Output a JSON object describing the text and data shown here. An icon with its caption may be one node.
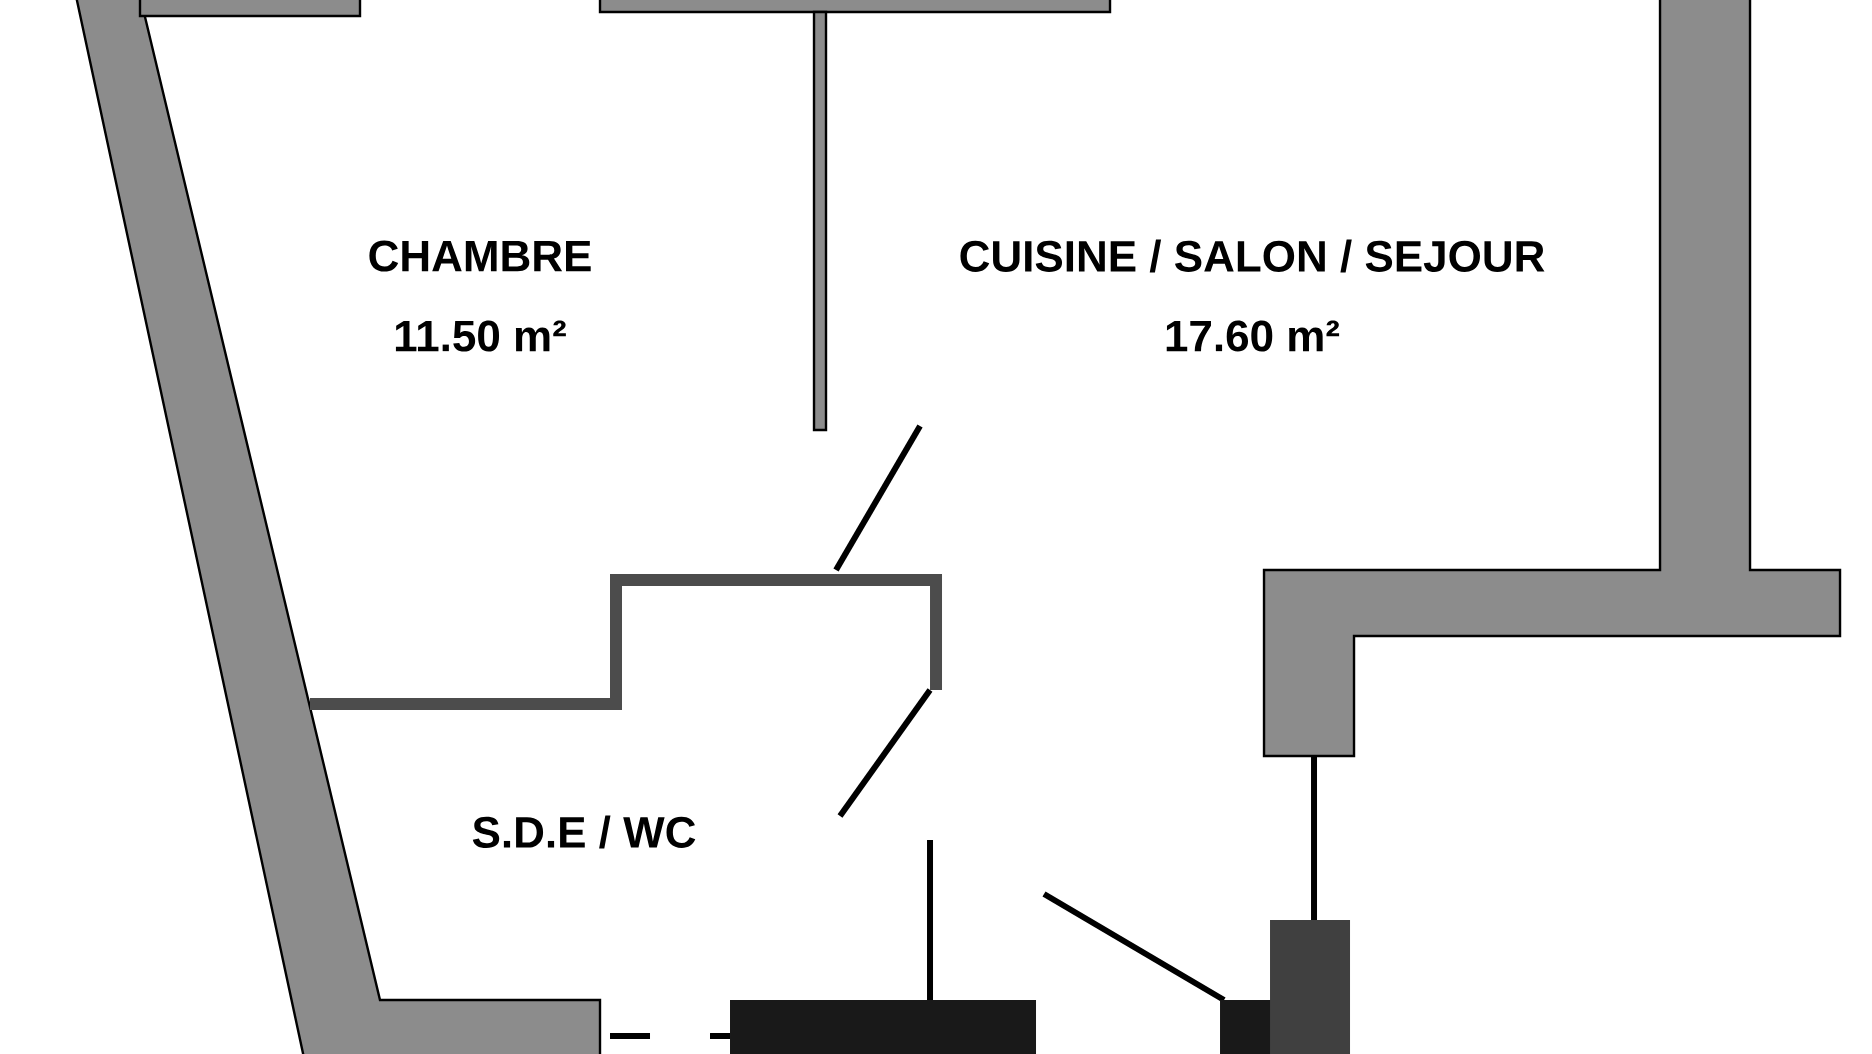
{
  "diagram": {
    "labels": [
      "CHAMBRE",
      "11.50 m²",
      "CUISINE / SALON / SEJOUR",
      "17.60 m²",
      "S.D.E / WC"
    ]
  }
}
